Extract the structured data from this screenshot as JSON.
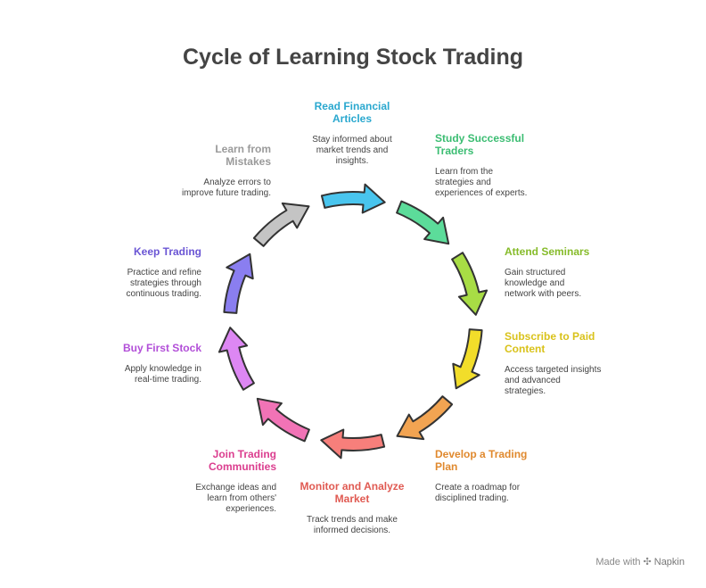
{
  "title": "Cycle of Learning Stock Trading",
  "steps": [
    {
      "title": "Read Financial Articles",
      "desc": "Stay informed about market trends and insights.",
      "color": "#2aa8cf",
      "fill": "#49c5ee"
    },
    {
      "title": "Study Successful Traders",
      "desc": "Learn from the strategies and experiences of experts.",
      "color": "#3bbd72",
      "fill": "#5cdc9a"
    },
    {
      "title": "Attend Seminars",
      "desc": "Gain structured knowledge and network with peers.",
      "color": "#86bb2a",
      "fill": "#a8dd45"
    },
    {
      "title": "Subscribe to Paid Content",
      "desc": "Access targeted insights and advanced strategies.",
      "color": "#d9c21a",
      "fill": "#f2dd2a"
    },
    {
      "title": "Develop a Trading Plan",
      "desc": "Create a roadmap for disciplined trading.",
      "color": "#e0892e",
      "fill": "#f2a452"
    },
    {
      "title": "Monitor and Analyze Market",
      "desc": "Track trends and make informed decisions.",
      "color": "#e05a52",
      "fill": "#f77f7b"
    },
    {
      "title": "Join Trading Communities",
      "desc": "Exchange ideas and learn from others' experiences.",
      "color": "#db3e8f",
      "fill": "#f173b6"
    },
    {
      "title": "Buy First Stock",
      "desc": "Apply knowledge in real-time trading.",
      "color": "#b24fd8",
      "fill": "#dd87f3"
    },
    {
      "title": "Keep Trading",
      "desc": "Practice and refine strategies through continuous trading.",
      "color": "#6a55d4",
      "fill": "#8a7ef0"
    },
    {
      "title": "Learn from Mistakes",
      "desc": "Analyze errors to improve future trading.",
      "color": "#9a9a9a",
      "fill": "#c4c4c4"
    }
  ],
  "footer": {
    "made_with": "Made with",
    "brand": "Napkin"
  }
}
